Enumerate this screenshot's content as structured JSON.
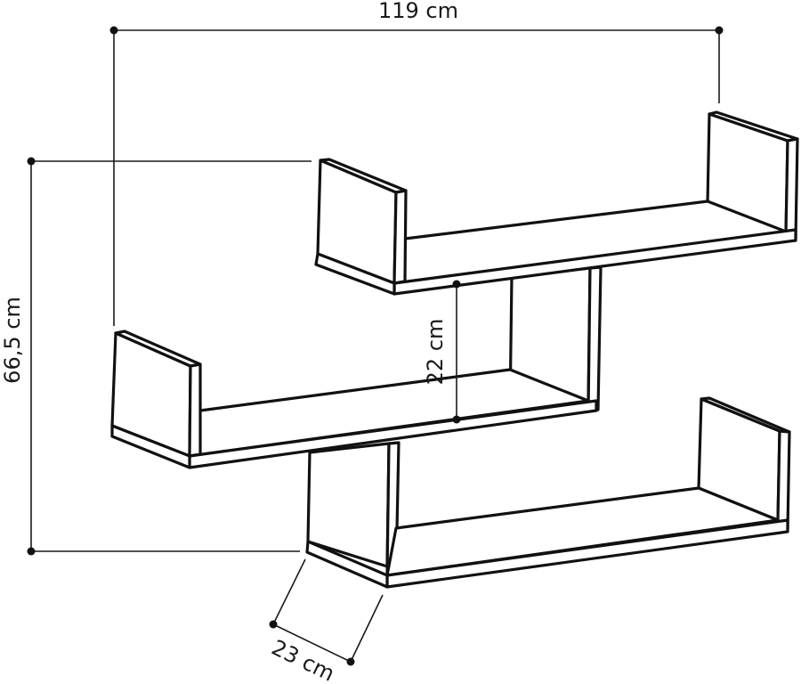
{
  "diagram": {
    "type": "technical-dimension-drawing",
    "subject": "wall-mounted staggered shelf unit (3 U-shaped shelves)",
    "colors": {
      "line": "#111111",
      "background": "#ffffff"
    },
    "dimensions": {
      "width": {
        "label": "119 cm",
        "value": 119,
        "unit": "cm"
      },
      "height": {
        "label": "66,5 cm",
        "value": 66.5,
        "unit": "cm"
      },
      "shelf_gap": {
        "label": "22 cm",
        "value": 22,
        "unit": "cm"
      },
      "depth": {
        "label": "23 cm",
        "value": 23,
        "unit": "cm"
      }
    },
    "shelves": [
      {
        "name": "top-shelf",
        "position": "upper right"
      },
      {
        "name": "middle-shelf",
        "position": "middle left"
      },
      {
        "name": "bottom-shelf",
        "position": "lower right"
      }
    ],
    "supports": [
      {
        "name": "upper-vertical-divider"
      },
      {
        "name": "lower-vertical-divider"
      }
    ]
  }
}
